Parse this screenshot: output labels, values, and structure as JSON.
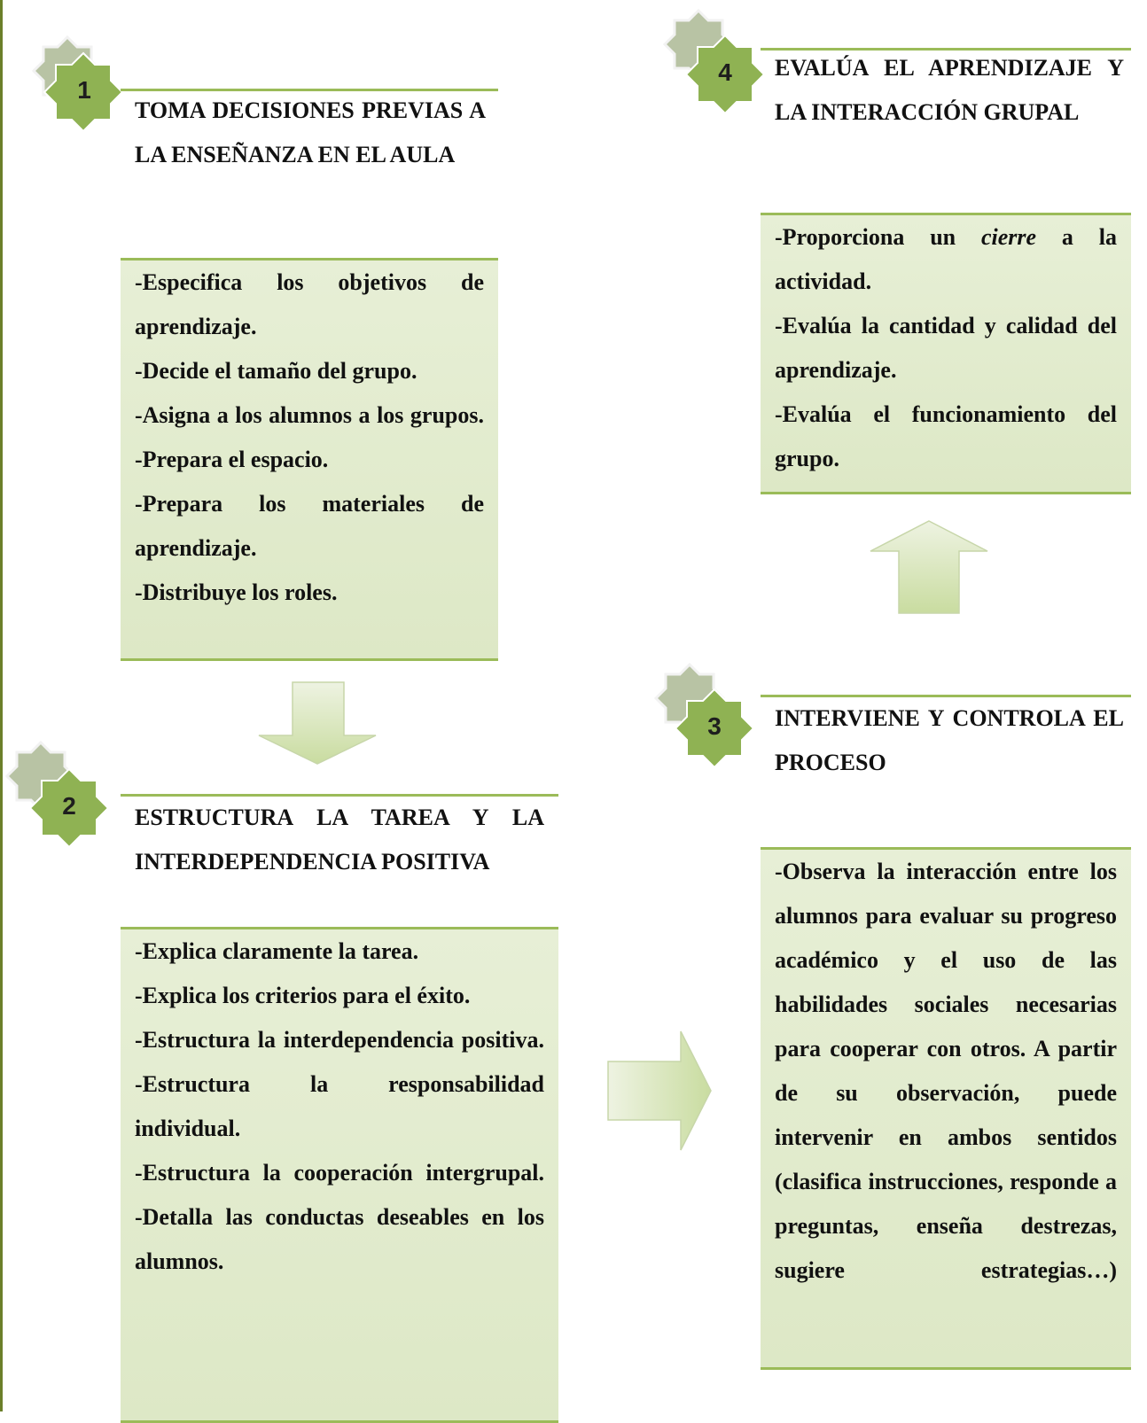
{
  "steps": [
    {
      "number": "1",
      "title": "TOMA DECISIONES PREVIAS A LA ENSEÑANZA EN EL AULA",
      "items": [
        "-Especifica los objetivos de aprendizaje.",
        "-Decide el tamaño del grupo.",
        "-Asigna a los alumnos a los grupos.",
        "-Prepara el espacio.",
        "-Prepara los materiales de aprendizaje.",
        "-Distribuye los roles."
      ]
    },
    {
      "number": "2",
      "title": "ESTRUCTURA LA TAREA Y LA INTERDEPENDENCIA POSITIVA",
      "items": [
        "-Explica claramente la tarea.",
        "-Explica los criterios para el éxito.",
        "-Estructura la interdependencia positiva.",
        "-Estructura la responsabilidad individual.",
        "-Estructura la cooperación intergrupal.",
        "-Detalla las conductas deseables en los alumnos."
      ]
    },
    {
      "number": "3",
      "title": "INTERVIENE Y CONTROLA EL PROCESO",
      "items": [
        "-Observa la interacción entre los alumnos para evaluar su progreso académico y el uso de las habilidades sociales necesarias para cooperar con otros. A partir de su observación, puede intervenir en ambos sentidos (clasifica instrucciones, responde a preguntas, enseña destrezas, sugiere estrategias…)"
      ]
    },
    {
      "number": "4",
      "title": "EVALÚA EL APRENDIZAJE Y LA INTERACCIÓN GRUPAL",
      "item1_before": "-Proporciona un ",
      "item1_emph": "cierre",
      "item1_after": " a la actividad.",
      "items": [
        "-Evalúa la cantidad y calidad del aprendizaje.",
        "-Evalúa el funcionamiento del grupo."
      ]
    }
  ],
  "colors": {
    "accent": "#9bbb59",
    "box_fill": "#e2ebcf",
    "badge_fill": "#8fb253",
    "badge_shadow": "#9aa58a"
  }
}
